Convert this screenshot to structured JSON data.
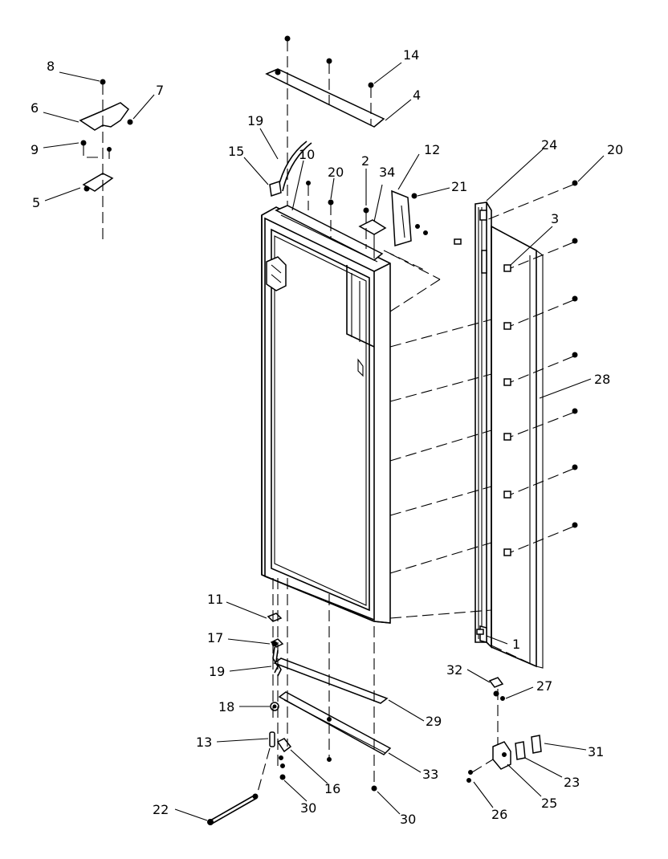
{
  "callouts": [
    {
      "id": "c8",
      "label": "8"
    },
    {
      "id": "c6",
      "label": "6"
    },
    {
      "id": "c7",
      "label": "7"
    },
    {
      "id": "c9",
      "label": "9"
    },
    {
      "id": "c5",
      "label": "5"
    },
    {
      "id": "c14",
      "label": "14"
    },
    {
      "id": "c4",
      "label": "4"
    },
    {
      "id": "c19a",
      "label": "19"
    },
    {
      "id": "c15",
      "label": "15"
    },
    {
      "id": "c10",
      "label": "10"
    },
    {
      "id": "c20a",
      "label": "20"
    },
    {
      "id": "c2",
      "label": "2"
    },
    {
      "id": "c34",
      "label": "34"
    },
    {
      "id": "c12",
      "label": "12"
    },
    {
      "id": "c21",
      "label": "21"
    },
    {
      "id": "c24",
      "label": "24"
    },
    {
      "id": "c20b",
      "label": "20"
    },
    {
      "id": "c3",
      "label": "3"
    },
    {
      "id": "c28",
      "label": "28"
    },
    {
      "id": "c1",
      "label": "1"
    },
    {
      "id": "c11",
      "label": "11"
    },
    {
      "id": "c17",
      "label": "17"
    },
    {
      "id": "c19b",
      "label": "19"
    },
    {
      "id": "c29",
      "label": "29"
    },
    {
      "id": "c18",
      "label": "18"
    },
    {
      "id": "c13",
      "label": "13"
    },
    {
      "id": "c16",
      "label": "16"
    },
    {
      "id": "c33",
      "label": "33"
    },
    {
      "id": "c22",
      "label": "22"
    },
    {
      "id": "c30a",
      "label": "30"
    },
    {
      "id": "c30b",
      "label": "30"
    },
    {
      "id": "c32",
      "label": "32"
    },
    {
      "id": "c27",
      "label": "27"
    },
    {
      "id": "c31",
      "label": "31"
    },
    {
      "id": "c23",
      "label": "23"
    },
    {
      "id": "c25",
      "label": "25"
    },
    {
      "id": "c26",
      "label": "26"
    }
  ]
}
